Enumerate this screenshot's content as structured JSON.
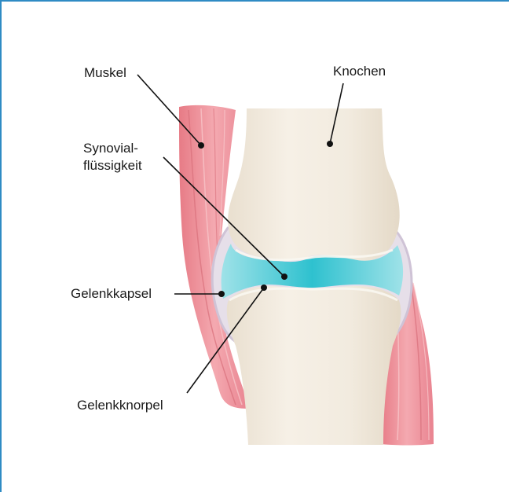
{
  "labels": {
    "muscle": "Muskel",
    "bone": "Knochen",
    "synovial_line1": "Synovial-",
    "synovial_line2": "flüssigkeit",
    "capsule": "Gelenkkapsel",
    "cartilage": "Gelenkknorpel"
  },
  "colors": {
    "frame": "#2f8bc4",
    "bone": "#f1e9dc",
    "muscle": "#ec8e97",
    "capsule": "#dcd3e3",
    "synovial_fluid": "#36c3d0",
    "leader_line": "#111111"
  }
}
